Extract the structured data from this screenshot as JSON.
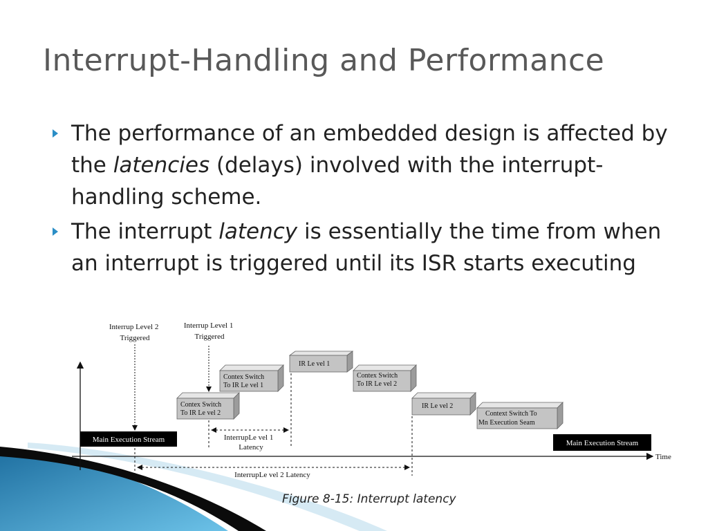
{
  "slide": {
    "title": "Interrupt-Handling and Performance",
    "bullets": [
      {
        "parts": [
          {
            "text": "The performance of an embedded design is affected by the ",
            "italic": false
          },
          {
            "text": "latencies",
            "italic": true
          },
          {
            "text": " (delays) involved with the interrupt-handling scheme.",
            "italic": false
          }
        ]
      },
      {
        "parts": [
          {
            "text": "The interrupt ",
            "italic": false
          },
          {
            "text": "latency",
            "italic": true
          },
          {
            "text": " is essentially the time from when an interrupt is triggered until its ISR starts executing",
            "italic": false
          }
        ]
      }
    ],
    "bullet_icon": "triangle-right-icon",
    "accent_color": "#2b8ec6"
  },
  "diagram": {
    "triggers": [
      {
        "line1": "Interrup  Level 2",
        "line2": "Triggered"
      },
      {
        "line1": "Interrup  Level 1",
        "line2": "Triggered"
      }
    ],
    "blocks": {
      "ctx_to_isr2": {
        "line1": "Contex Switch",
        "line2": "To IR  Le  vel 2"
      },
      "ctx_to_isr1": {
        "line1": "Contex Switch",
        "line2": "To IR  Le  vel 1"
      },
      "isr1": {
        "line1": "IR  Le  vel 1"
      },
      "ctx_back_isr2": {
        "line1": "Contex Switch",
        "line2": "To IR  Le  vel 2"
      },
      "isr2": {
        "line1": "IR  Le  vel 2"
      },
      "ctx_to_main": {
        "line1": "Context Switch    To",
        "line2": "Mn    Execution Seam"
      }
    },
    "main_left": "Main Execution Stream",
    "main_right": "Main Execution Stream",
    "level1_latency": {
      "line1": "InterrupLe  vel 1",
      "line2": "Latency"
    },
    "level2_latency": "InterrupLe  vel 2 Latency",
    "time_label": "Time"
  },
  "caption": "Figure 8-15: Interrupt latency"
}
